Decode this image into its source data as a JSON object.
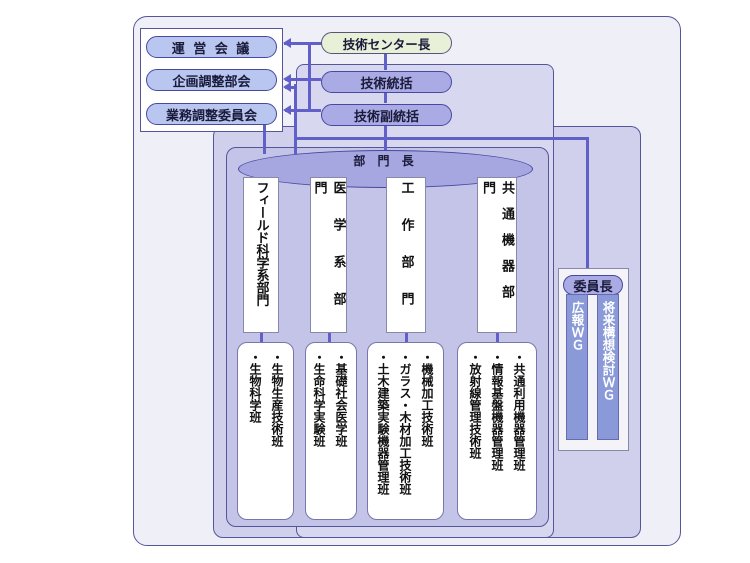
{
  "director": "技術センター長",
  "general_manager": "技術統括",
  "deputy_manager": "技術副統括",
  "committees": [
    "運 営 会 議",
    "企画調整部会",
    "業務調整委員会"
  ],
  "division_head": "部 門 長",
  "departments": [
    {
      "name": "フィールド科学系部門",
      "teams": [
        "・生物生産技術班",
        "・生物科学班"
      ]
    },
    {
      "name": "医学系部門",
      "teams": [
        "・基礎社会医学班",
        "・生命科学実験班"
      ]
    },
    {
      "name": "工作部門",
      "teams": [
        "・機械加工技術班",
        "・ガラス・木材加工技術班",
        "・土木建築実験機器管理班"
      ]
    },
    {
      "name": "共通機器部門",
      "teams": [
        "・共通利用機器管理班",
        "・情報基盤機器管理班",
        "・放射線管理技術班"
      ]
    }
  ],
  "committee_chair": "委員長",
  "working_groups": [
    "広報ＷＧ",
    "将来構想検討ＷＧ"
  ],
  "colors": {
    "line": "#6060c8",
    "pill_blue": "#b8c6f0",
    "pill_lavender": "#aaaae4",
    "director_green": "#e8f0d8",
    "wg_blue": "#8a9ad8"
  }
}
